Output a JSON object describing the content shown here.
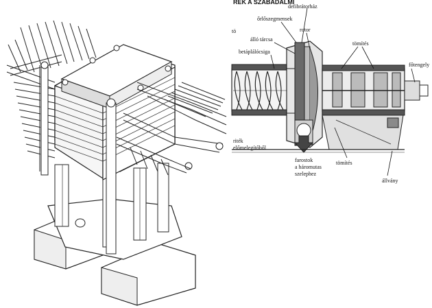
{
  "figure": {
    "left_panel": {
      "subject": "press-stack-machine"
    },
    "right_panel": {
      "header_fragment": "REK A SZABADALMI",
      "labels": {
        "defibrator_hous": "defibrátorház",
        "grinding_segments": "őrlőszegmensek",
        "rotor": "rotor",
        "fixed_disc": "álló tárcsa",
        "feed_screw": "betáplálócsiga",
        "seals_top": "tömítés",
        "main_shaft": "főtengely",
        "from_preheater": "riték\nelőmelegítőből",
        "seal_bottom": "tömítés",
        "fibers_to_cyclone": "farostok\na háromutas\nszelephez",
        "stand": "állvány",
        "edge_o": "tö"
      }
    },
    "colors": {
      "ink": "#222222",
      "shade": "#8a8a8a",
      "dark": "#3a3a3a",
      "light": "#d9d9d9",
      "background": "#ffffff"
    }
  }
}
